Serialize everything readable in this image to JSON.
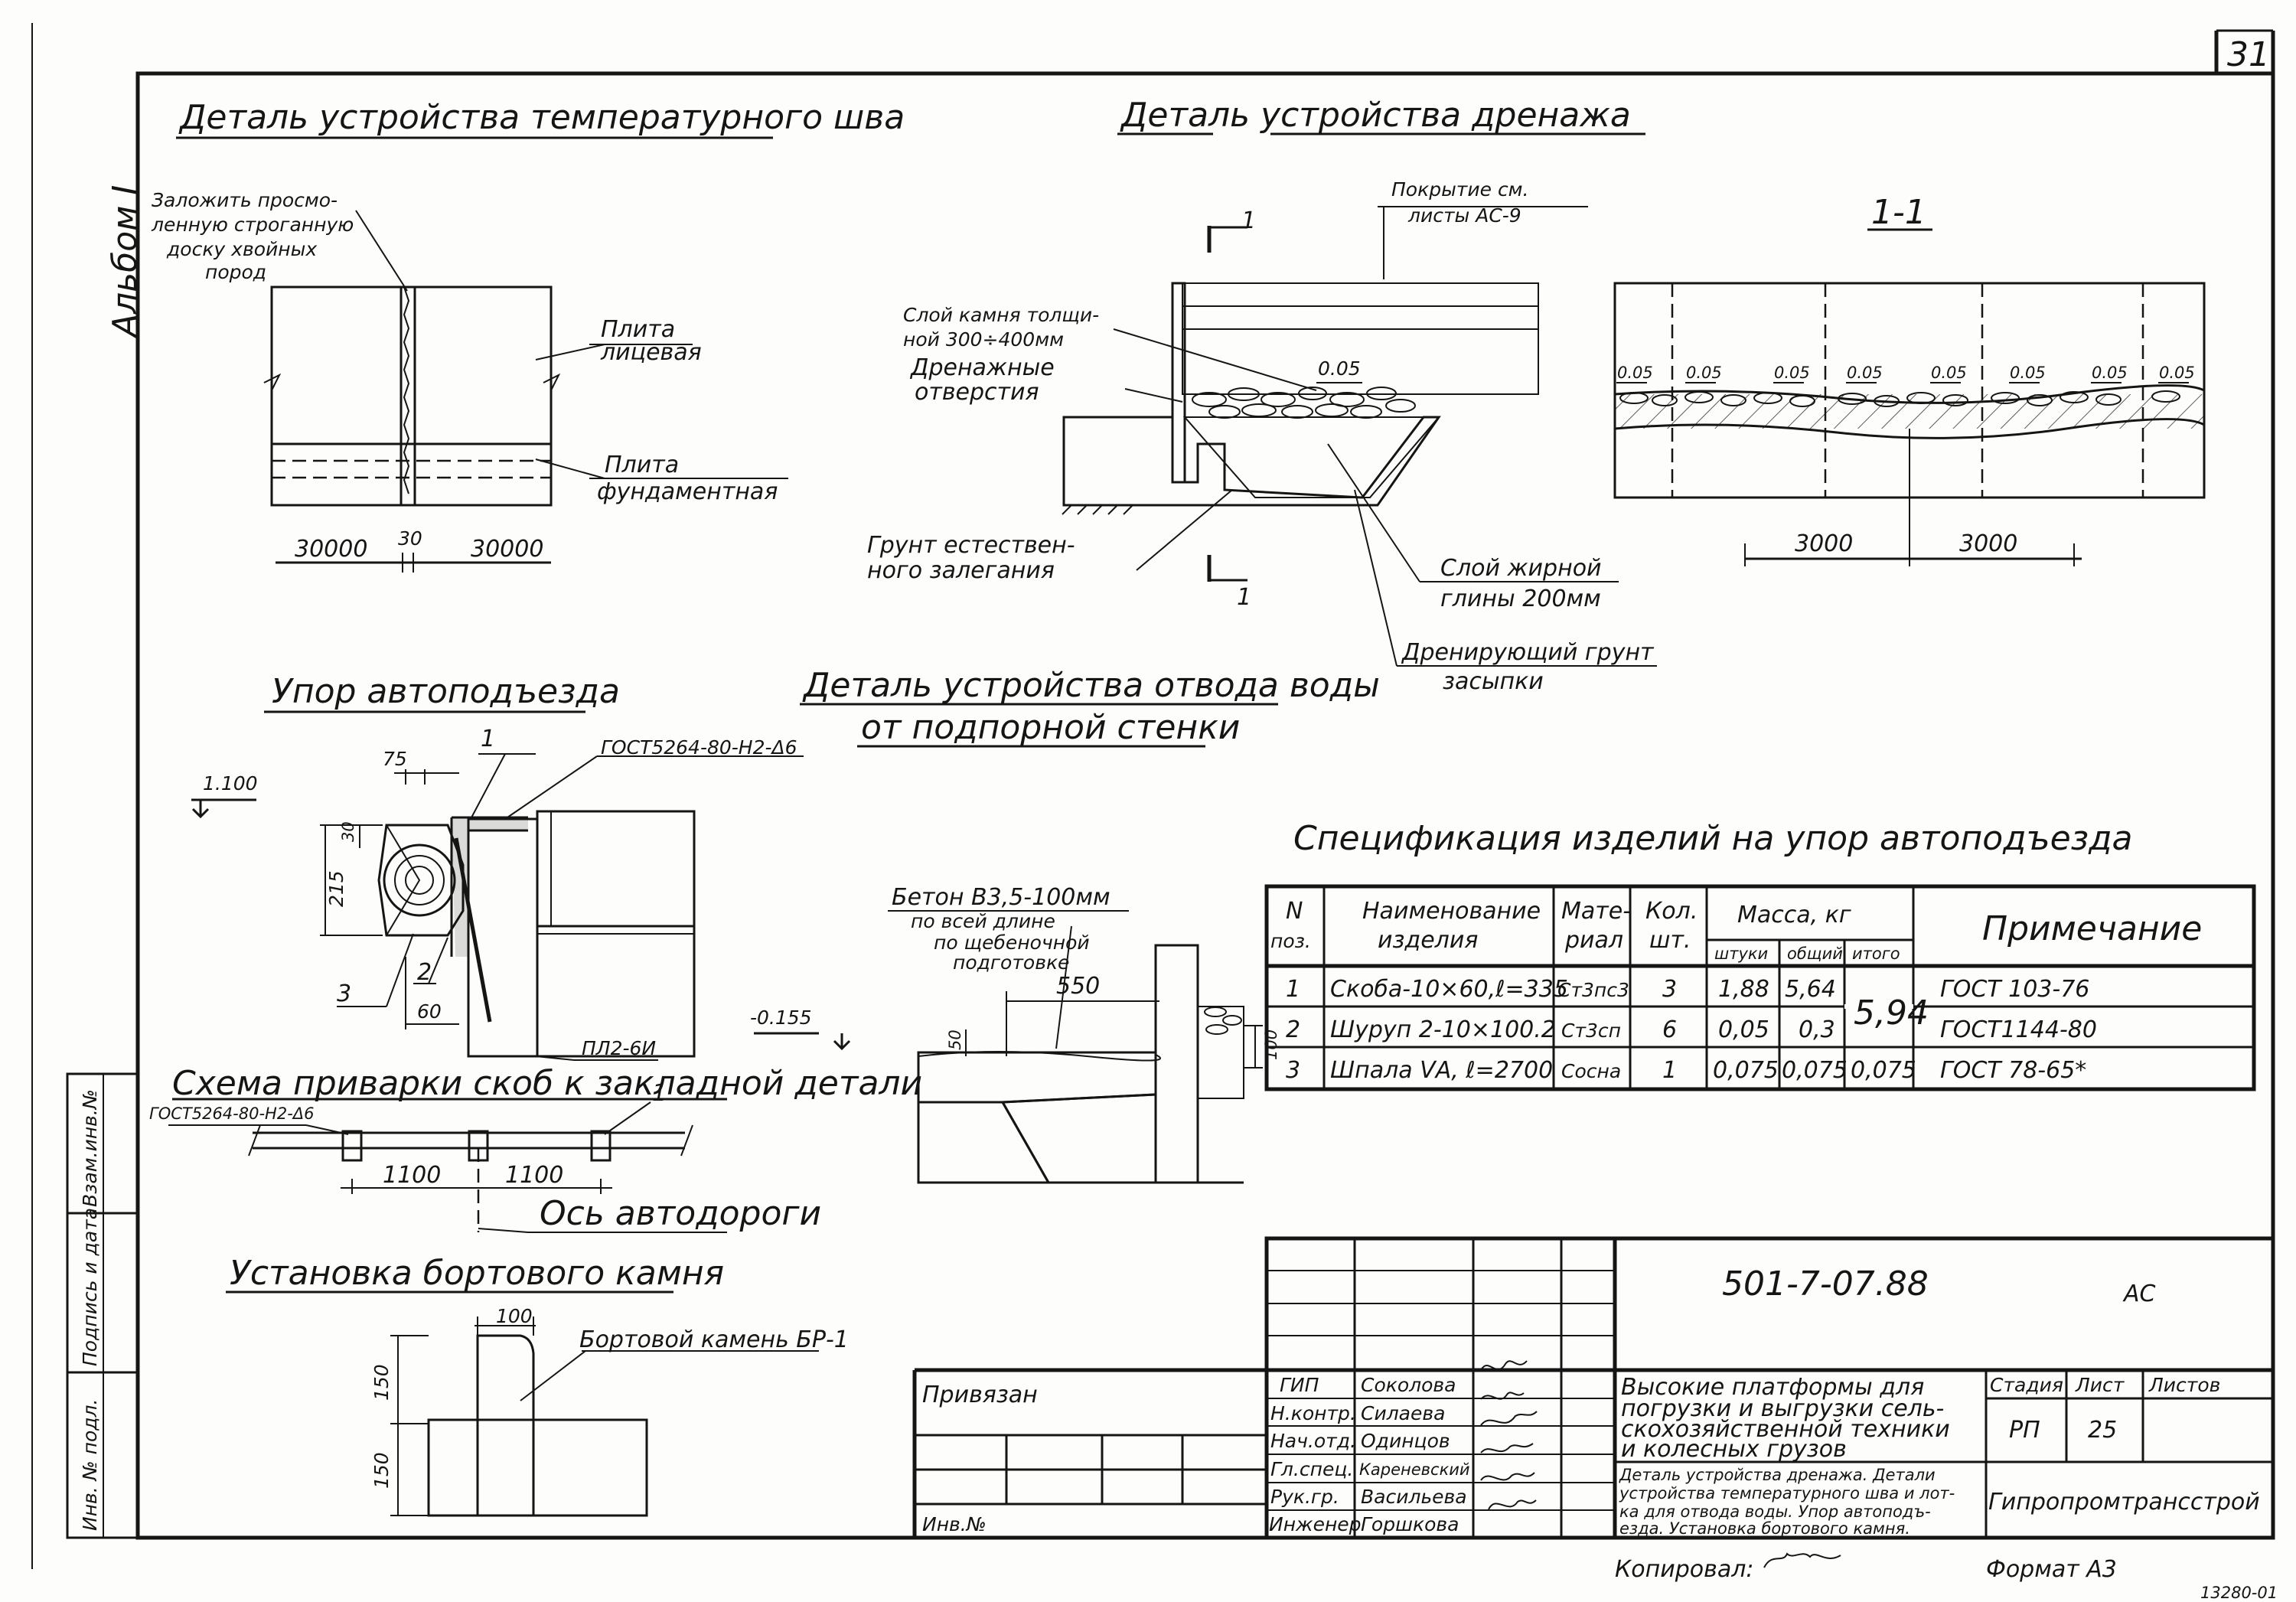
{
  "sheet": {
    "number": "31",
    "album": "Альбом I",
    "copied_by_label": "Копировал:",
    "format_label": "Формат А3",
    "bottom_code": "13280-01"
  },
  "side_stamp": {
    "inv_orig": "Инв. № подл.",
    "sign_date": "Подпись и дата",
    "vzam_inv": "Взам.инв.№"
  },
  "detail_joint": {
    "title": "Деталь устройства температурного шва",
    "note_lines": [
      "Заложить просмо-",
      "ленную строганную",
      "доску хвойных",
      "пород"
    ],
    "plate_face": [
      "Плита",
      "лицевая"
    ],
    "plate_found": [
      "Плита",
      "фундаментная"
    ],
    "dim_left": "30000",
    "dim_mid": "30",
    "dim_right": "30000"
  },
  "detail_drain": {
    "title": "Деталь устройства дренажа",
    "cover_lines": [
      "Покрытие см.",
      "листы АС-9"
    ],
    "stone_lines": [
      "Слой камня толщи-",
      "ной 300÷400мм"
    ],
    "holes_lines": [
      "Дренажные",
      "отверстия"
    ],
    "ground_lines": [
      "Грунт естествен-",
      "ного залегания"
    ],
    "clay_lines": [
      "Слой жирной",
      "глины 200мм"
    ],
    "fill_lines": [
      "Дренирующий грунт",
      "засыпки"
    ],
    "section_mark": "1",
    "level": "0.05"
  },
  "section_11": {
    "title": "1-1",
    "levels": [
      "0.05",
      "0.05",
      "0.05",
      "0.05",
      "0.05",
      "0.05",
      "0.05",
      "0.05"
    ],
    "dim_a": "3000",
    "dim_b": "3000"
  },
  "stop_detail": {
    "title": "Упор автоподъезда",
    "gost_weld": "ГОСТ5264-80-Н2-Δ6",
    "level_top": "1.100",
    "level_bottom": "-0.155",
    "dim_75": "75",
    "dim_30": "30",
    "dim_215": "215",
    "dim_60": "60",
    "pos_1": "1",
    "pos_2": "2",
    "pos_3": "3",
    "plate_mark": "ПЛ2-6И"
  },
  "water_detail": {
    "title_lines": [
      "Деталь устройства отвода воды",
      "от подпорной стенки"
    ],
    "concrete_lines": [
      "Бетон В3,5-100мм",
      "по всей длине",
      "по щебеночной",
      "подготовке"
    ],
    "dim_550": "550",
    "dim_50": "50",
    "dim_100": "100"
  },
  "weld_scheme": {
    "title": "Схема приварки скоб к закладной детали",
    "gost": "ГОСТ5264-80-Н2-Δ6",
    "dim_a": "1100",
    "dim_b": "1100",
    "axis_label": "Ось автодороги",
    "pos": "1"
  },
  "curb_detail": {
    "title": "Установка бортового камня",
    "label": "Бортовой камень БР-1",
    "dim_100": "100",
    "dim_150a": "150",
    "dim_150b": "150"
  },
  "spec": {
    "title": "Спецификация изделий на упор автоподъезда",
    "h_no": [
      "N",
      "поз."
    ],
    "h_name": [
      "Наименование",
      "изделия"
    ],
    "h_mat": [
      "Мате-",
      "риал"
    ],
    "h_qty": [
      "Кол.",
      "шт."
    ],
    "h_mass": "Масса, кг",
    "h_unit": "штуки",
    "h_total": "общий",
    "h_sum": "итого",
    "h_note": "Примечание",
    "rows": [
      {
        "no": "1",
        "name": "Скоба-10×60,ℓ=335",
        "mat": "Ст3пс3",
        "qty": "3",
        "unit": "1,88",
        "total": "5,64",
        "note": "ГОСТ 103-76"
      },
      {
        "no": "2",
        "name": "Шуруп 2-10×100.2",
        "mat": "Ст3сп",
        "qty": "6",
        "unit": "0,05",
        "total": "0,3",
        "note": "ГОСТ1144-80"
      },
      {
        "no": "3",
        "name": "Шпала ⅤА, ℓ=2700",
        "mat": "Сосна",
        "qty": "1",
        "unit": "0,075",
        "total": "0,075",
        "note": "ГОСТ 78-65*"
      }
    ],
    "sum_12": "5,94",
    "sum_3": "0,075"
  },
  "title_block": {
    "code": "501-7-07.88",
    "mark": "АС",
    "bound": "Привязан",
    "inv_no": "Инв.№",
    "people": [
      {
        "role": "ГИП",
        "name": "Соколова"
      },
      {
        "role": "Н.контр.",
        "name": "Силаева"
      },
      {
        "role": "Нач.отд.",
        "name": "Одинцов"
      },
      {
        "role": "Гл.спец.",
        "name": "Кареневский"
      },
      {
        "role": "Рук.гр.",
        "name": "Васильева"
      },
      {
        "role": "Инженер",
        "name": "Горшкова"
      }
    ],
    "project_lines": [
      "Высокие платформы для",
      "погрузки и выгрузки сель-",
      "скохозяйственной техники",
      "и колесных грузов"
    ],
    "sheet_title_lines": [
      "Деталь устройства дренажа. Детали",
      "устройства температурного шва и лот-",
      "ка для отвода воды. Упор автоподъ-",
      "езда. Установка бортового камня."
    ],
    "h_stage": "Стадия",
    "h_sheet": "Лист",
    "h_sheets": "Листов",
    "stage": "РП",
    "sheet": "25",
    "org": "Гипропромтрансстрой"
  }
}
